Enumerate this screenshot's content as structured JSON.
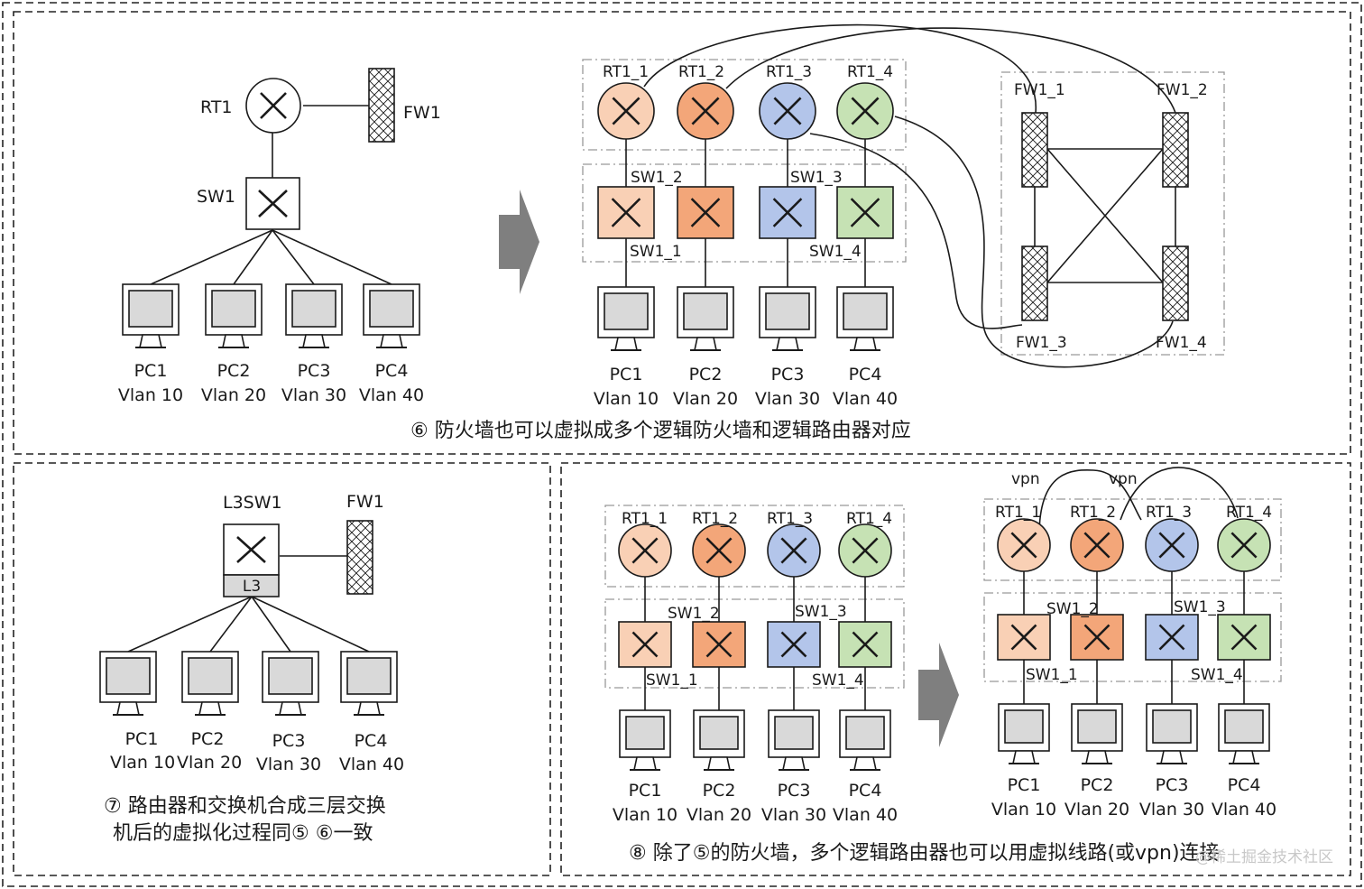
{
  "colors": {
    "rt1": "#f9d0b5",
    "rt2": "#f3a679",
    "rt3": "#b3c5ea",
    "rt4": "#c6e2b4",
    "pc_screen": "#d9d9d9",
    "arrow": "#7f7f7f",
    "stroke": "#1a1a1a"
  },
  "icons": [
    "router-cross-icon",
    "switch-cross-icon",
    "firewall-hatch-icon",
    "pc-monitor-icon",
    "arrow-right-icon"
  ],
  "panel6": {
    "left": {
      "router": "RT1",
      "firewall": "FW1",
      "switch": "SW1",
      "pcs": [
        {
          "name": "PC1",
          "vlan": "Vlan 10"
        },
        {
          "name": "PC2",
          "vlan": "Vlan 20"
        },
        {
          "name": "PC3",
          "vlan": "Vlan 30"
        },
        {
          "name": "PC4",
          "vlan": "Vlan 40"
        }
      ]
    },
    "right": {
      "routers": [
        "RT1_1",
        "RT1_2",
        "RT1_3",
        "RT1_4"
      ],
      "switches": [
        "SW1_1",
        "SW1_2",
        "SW1_3",
        "SW1_4"
      ],
      "firewalls": [
        "FW1_1",
        "FW1_2",
        "FW1_3",
        "FW1_4"
      ],
      "pcs": [
        {
          "name": "PC1",
          "vlan": "Vlan 10"
        },
        {
          "name": "PC2",
          "vlan": "Vlan 20"
        },
        {
          "name": "PC3",
          "vlan": "Vlan 30"
        },
        {
          "name": "PC4",
          "vlan": "Vlan 40"
        }
      ]
    },
    "caption": "⑥ 防火墙也可以虚拟成多个逻辑防火墙和逻辑路由器对应"
  },
  "panel7": {
    "l3switch": "L3SW1",
    "l3_tag": "L3",
    "firewall": "FW1",
    "pcs": [
      {
        "name": "PC1",
        "vlan": "Vlan 10"
      },
      {
        "name": "PC2",
        "vlan": "Vlan 20"
      },
      {
        "name": "PC3",
        "vlan": "Vlan 30"
      },
      {
        "name": "PC4",
        "vlan": "Vlan 40"
      }
    ],
    "caption_line1": "⑦ 路由器和交换机合成三层交换",
    "caption_line2": "机后的虚拟化过程同⑤ ⑥一致"
  },
  "panel8": {
    "routers": [
      "RT1_1",
      "RT1_2",
      "RT1_3",
      "RT1_4"
    ],
    "switches": [
      "SW1_1",
      "SW1_2",
      "SW1_3",
      "SW1_4"
    ],
    "vpn_label": "vpn",
    "pcs": [
      {
        "name": "PC1",
        "vlan": "Vlan 10"
      },
      {
        "name": "PC2",
        "vlan": "Vlan 20"
      },
      {
        "name": "PC3",
        "vlan": "Vlan 30"
      },
      {
        "name": "PC4",
        "vlan": "Vlan 40"
      }
    ],
    "caption": "⑧ 除了⑤的防火墙，多个逻辑路由器也可以用虚拟线路(或vpn)连接",
    "watermark": "@稀土掘金技术社区"
  }
}
